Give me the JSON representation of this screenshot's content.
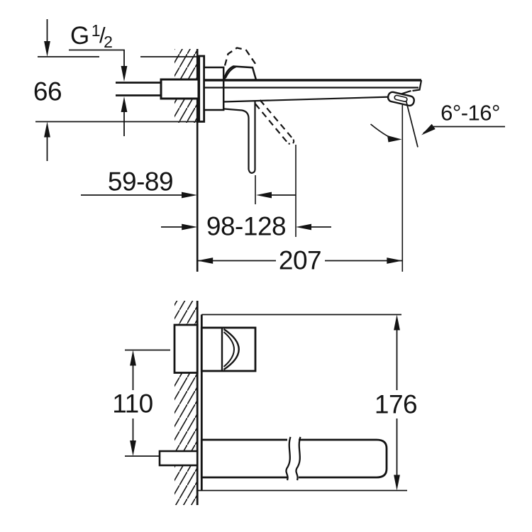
{
  "colors": {
    "line": "#141414",
    "background": "#ffffff"
  },
  "side_view": {
    "thread_label": {
      "letter": "G",
      "numerator": "1",
      "slash": "/",
      "denominator": "2"
    },
    "plate_height": "66",
    "handle_distance_closed": "59-89",
    "handle_distance_open": "98-128",
    "spout_projection": "207",
    "aerator_angle_range": "6°-16°"
  },
  "plan_view": {
    "handle_to_spout_offset": "110",
    "plate_length": "176"
  }
}
